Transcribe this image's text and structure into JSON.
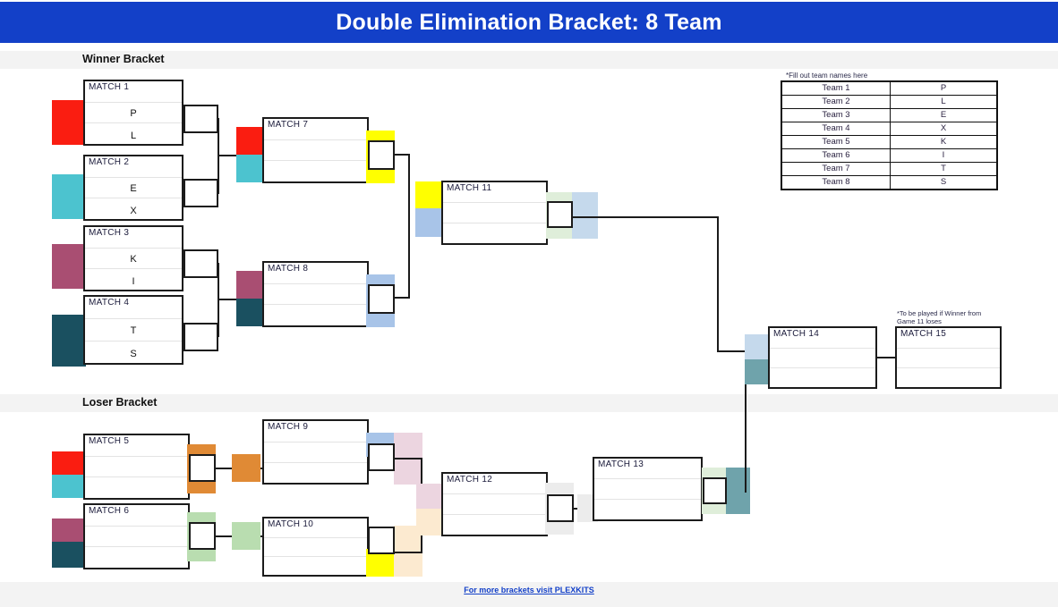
{
  "title": "Double Elimination Bracket: 8 Team",
  "sections": {
    "winner": "Winner Bracket",
    "loser": "Loser Bracket"
  },
  "team_table": {
    "note": "*Fill out team names here",
    "rows": [
      {
        "label": "Team 1",
        "value": "P"
      },
      {
        "label": "Team 2",
        "value": "L"
      },
      {
        "label": "Team 3",
        "value": "E"
      },
      {
        "label": "Team 4",
        "value": "X"
      },
      {
        "label": "Team 5",
        "value": "K"
      },
      {
        "label": "Team 6",
        "value": "I"
      },
      {
        "label": "Team 7",
        "value": "T"
      },
      {
        "label": "Team 8",
        "value": "S"
      }
    ]
  },
  "match15_note": "*To be played if Winner from Game 11 loses",
  "footer": {
    "link_text": "For more brackets visit PLEXKITS"
  },
  "matches": {
    "m1": {
      "label": "MATCH 1",
      "top": "P",
      "bottom": "L"
    },
    "m2": {
      "label": "MATCH 2",
      "top": "E",
      "bottom": "X"
    },
    "m3": {
      "label": "MATCH 3",
      "top": "K",
      "bottom": "I"
    },
    "m4": {
      "label": "MATCH 4",
      "top": "T",
      "bottom": "S"
    },
    "m5": {
      "label": "MATCH 5",
      "top": "",
      "bottom": ""
    },
    "m6": {
      "label": "MATCH 6",
      "top": "",
      "bottom": ""
    },
    "m7": {
      "label": "MATCH 7",
      "top": "",
      "bottom": ""
    },
    "m8": {
      "label": "MATCH 8",
      "top": "",
      "bottom": ""
    },
    "m9": {
      "label": "MATCH 9",
      "top": "",
      "bottom": ""
    },
    "m10": {
      "label": "MATCH 10",
      "top": "",
      "bottom": ""
    },
    "m11": {
      "label": "MATCH 11",
      "top": "",
      "bottom": ""
    },
    "m12": {
      "label": "MATCH 12",
      "top": "",
      "bottom": ""
    },
    "m13": {
      "label": "MATCH 13",
      "top": "",
      "bottom": ""
    },
    "m14": {
      "label": "MATCH 14",
      "top": "",
      "bottom": ""
    },
    "m15": {
      "label": "MATCH 15",
      "top": "",
      "bottom": ""
    }
  },
  "colors": {
    "title_bg": "#1340c8",
    "band_bg": "#f3f3f3",
    "line": "#1b1b1b",
    "team1_red": "#fa1d11",
    "team2_cyan": "#4cc3cf",
    "team3_mauve": "#a94e72",
    "team4_darkteal": "#1a5060",
    "yellow": "#ffff00",
    "lightblue": "#a8c4e8",
    "orange": "#e08a35",
    "lightgreen": "#b9ddb0",
    "palepink": "#ecd5e0",
    "palepeach": "#fcead0",
    "palegreen": "#dfeeda",
    "palegrey": "#ececec",
    "teal_mid": "#6fa3ab",
    "pale_blue": "#c5d9ec",
    "link": "#1340c8"
  }
}
